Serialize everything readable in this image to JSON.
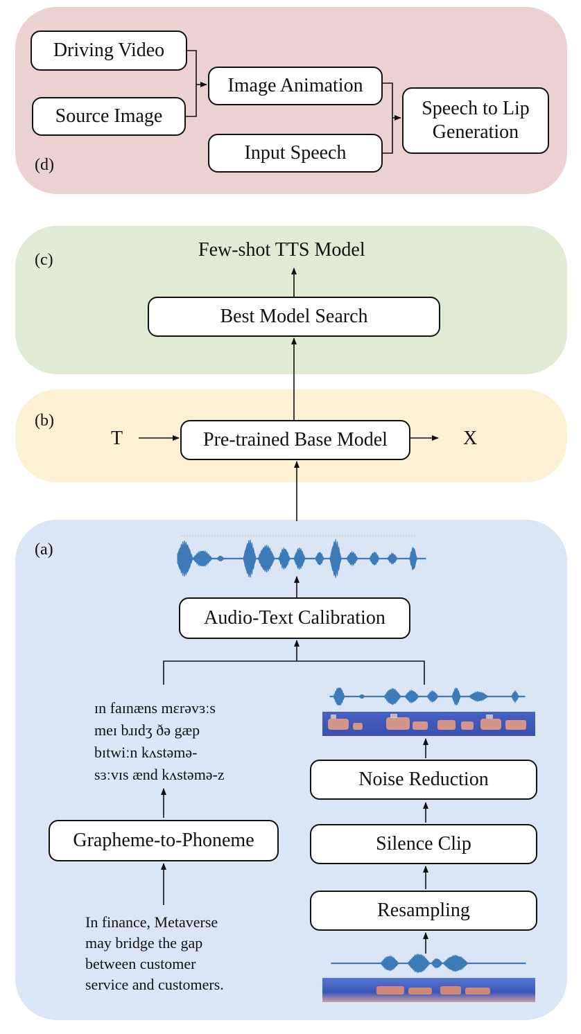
{
  "panel_d": {
    "label": "(d)",
    "color": "#ecd1d1",
    "boxes": {
      "driving_video": "Driving Video",
      "source_image": "Source Image",
      "image_animation": "Image Animation",
      "input_speech": "Input Speech",
      "speech_to_lip": "Speech to Lip Generation"
    }
  },
  "panel_c": {
    "label": "(c)",
    "color": "#e0ebd5",
    "output": "Few-shot TTS Model",
    "search_box": "Best Model Search"
  },
  "panel_b": {
    "label": "(b)",
    "color": "#fcf1d5",
    "input": "T",
    "model_box": "Pre-trained Base Model",
    "output": "X"
  },
  "panel_a": {
    "label": "(a)",
    "color": "#dae6f5",
    "calibration_box": "Audio-Text Calibration",
    "phonemes": [
      "ɪn faɪnæns mɛrəvɜːs",
      "meɪ bɹɪdʒ ðə gæp",
      "bɪtwiːn kʌstəmə-",
      "sɜːvɪs ænd kʌstəmə-z"
    ],
    "g2p_box": "Grapheme-to-Phoneme",
    "input_text": [
      "In finance, Metaverse",
      "may bridge the gap",
      "between customer",
      "service and customers."
    ],
    "noise_box": "Noise Reduction",
    "silence_box": "Silence Clip",
    "resampling_box": "Resampling",
    "waveform_color": "#3d7ab8",
    "spectrogram_color": "#3b56b8"
  }
}
